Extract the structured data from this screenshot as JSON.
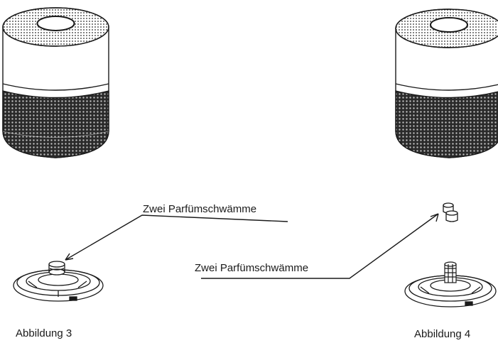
{
  "labels": {
    "sponges_left": "Zwei Parfümschwämme",
    "sponges_right": "Zwei Parfümschwämme"
  },
  "captions": {
    "figure_3": "Abbildung 3",
    "figure_4": "Abbildung 4"
  },
  "colors": {
    "line": "#1a1a1a",
    "mesh": "#262626",
    "background": "#ffffff"
  }
}
